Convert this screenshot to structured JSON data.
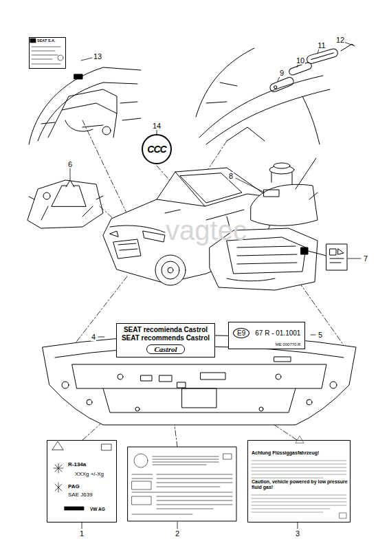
{
  "diagram": {
    "nodes": [
      {
        "text": [
          "SEAT S.A."
        ]
      },
      {
        "text": [
          "CCC"
        ]
      },
      {
        "text": [
          "SEAT recomienda Castrol",
          "SEAT recommends Castrol",
          "Castrol"
        ]
      },
      {
        "text": [
          "E9",
          "67 R - 01.1001",
          "ME 000770.R"
        ]
      },
      {
        "text": [
          "R-134a",
          "XXXg +/-Xg",
          "PAG",
          "SAE J639",
          "VW AG"
        ]
      },
      {
        "text": [
          "Achtung Flüssiggasfahrzeug!",
          "Caution, vehicle powered by low pressure fluid gas!"
        ]
      }
    ],
    "labels": [
      "13",
      "12",
      "11",
      "10",
      "9",
      "14",
      "6",
      "8",
      "7",
      "4",
      "5",
      "1",
      "2",
      "3",
      "vagtec"
    ]
  }
}
